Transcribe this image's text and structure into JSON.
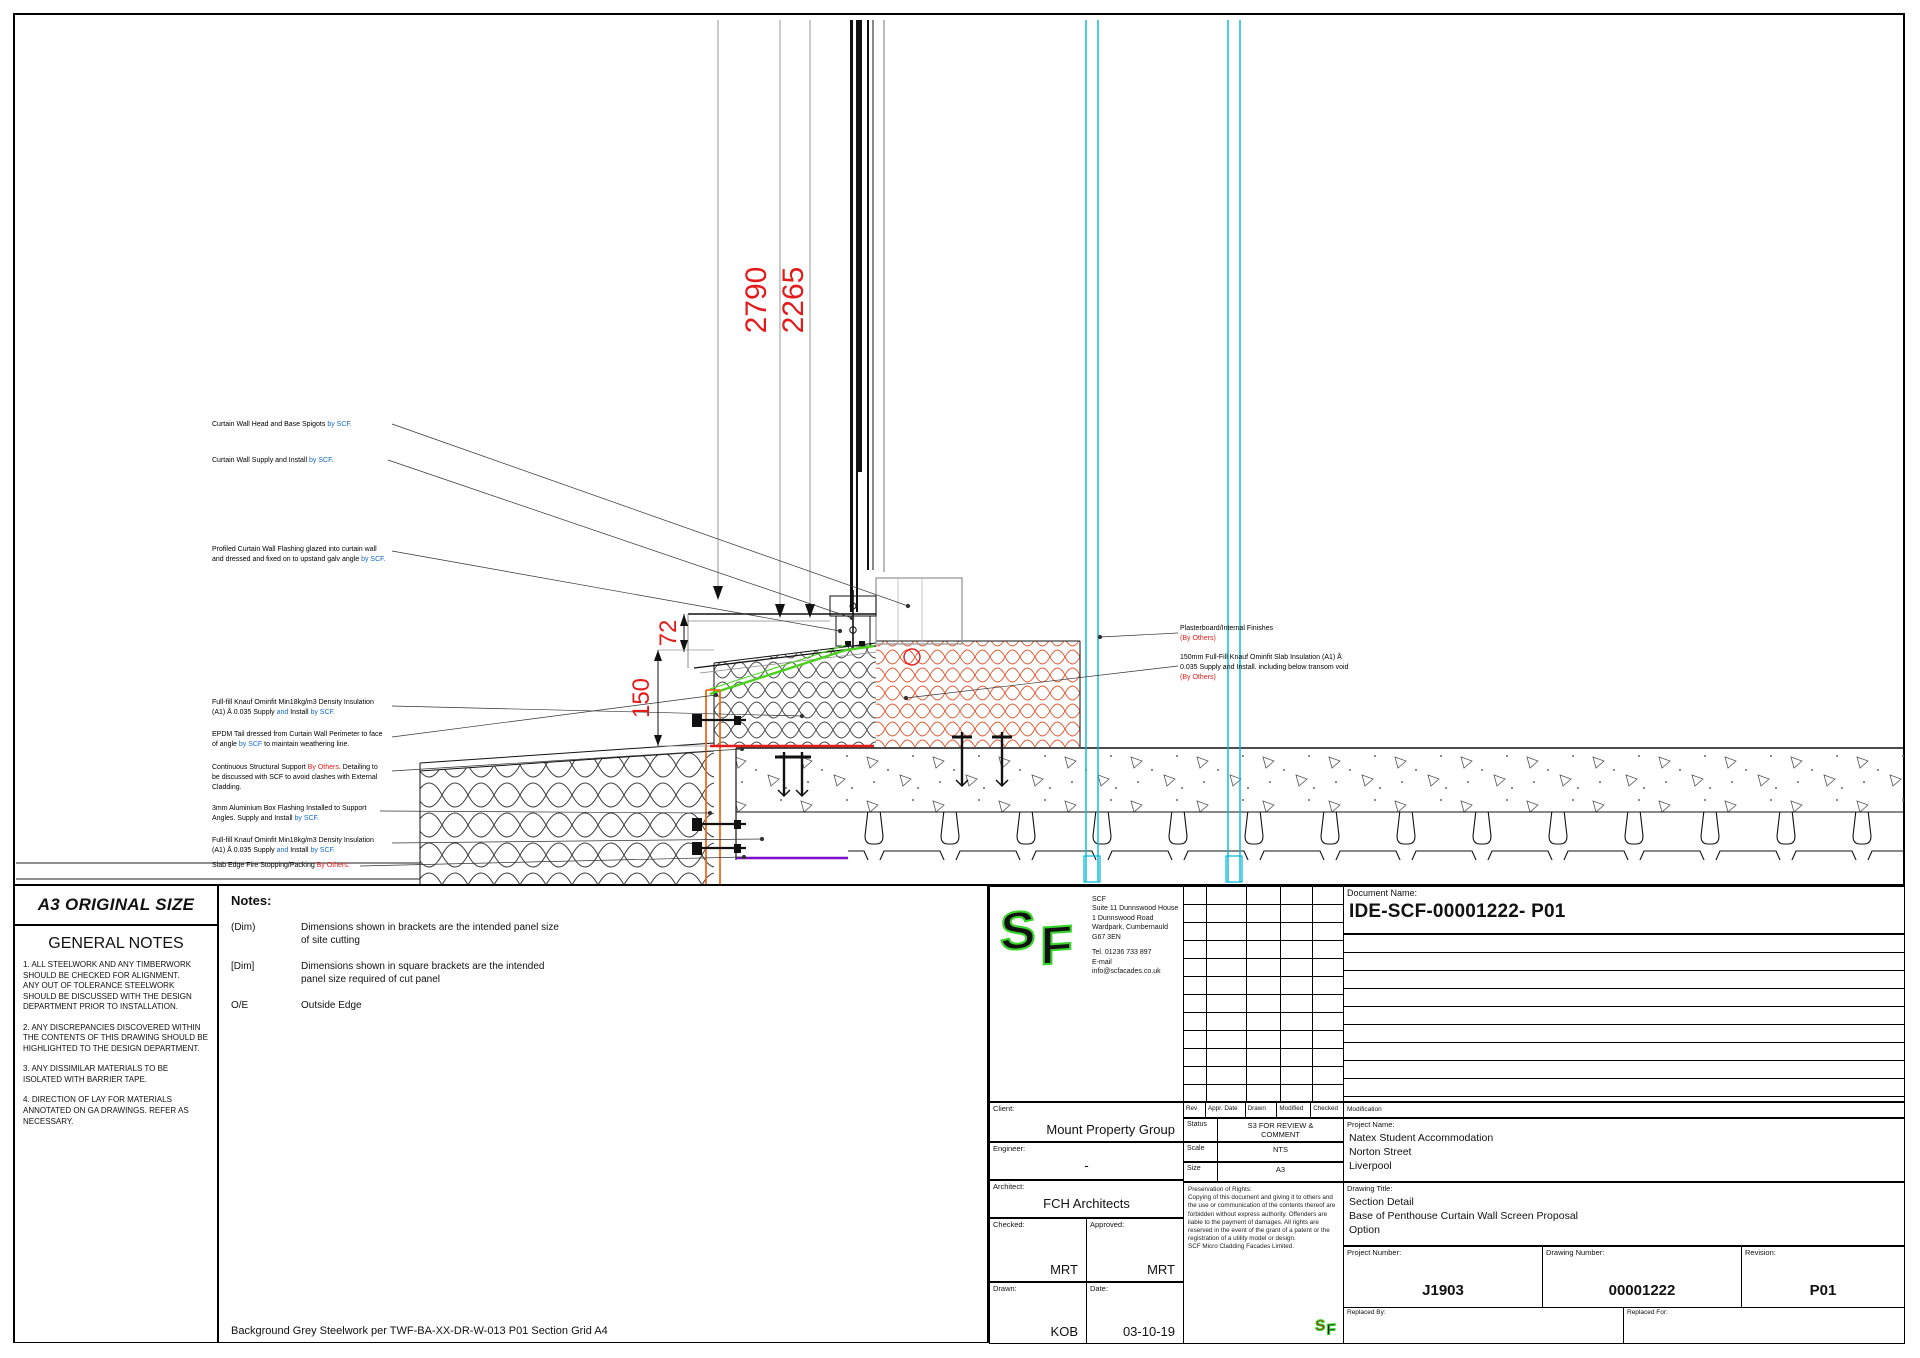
{
  "dims": {
    "h1": "2790",
    "h2": "2265",
    "v72": "72",
    "v150": "150"
  },
  "annotations": {
    "left": [
      {
        "segs": [
          {
            "t": "Curtain Wall Head and Base Spigots "
          },
          {
            "t": "by SCF."
          }
        ]
      },
      {
        "segs": [
          {
            "t": "Curtain Wall Supply and Install "
          },
          {
            "t": "by SCF."
          }
        ]
      },
      {
        "segs": [
          {
            "t": "Profiled Curtain Wall Flashing glazed into curtain wall\nand dressed and fixed on to upstand galv angle "
          },
          {
            "t": "by SCF."
          }
        ]
      },
      {
        "segs": [
          {
            "t": "Full-fill Knauf Ominfit Min18kg/m3 Density Insulation\n(A1) Å 0.035 Supply "
          },
          {
            "t": "and"
          },
          {
            "t": " Install "
          },
          {
            "t": "by SCF."
          }
        ]
      },
      {
        "segs": [
          {
            "t": "EPDM Tail dressed from Curtain Wall Perimeter to face\nof angle "
          },
          {
            "t": "by SCF"
          },
          {
            "t": " to maintain weathering line."
          }
        ]
      },
      {
        "segs": [
          {
            "t": "Continuous Structural Support "
          },
          {
            "t": "By Others"
          },
          {
            "t": ". Detailing to\nbe discussed with SCF to avoid clashes with External\nCladding."
          }
        ]
      },
      {
        "segs": [
          {
            "t": "3mm Aluminium Box Flashing Installed to Support\nAngles. Supply and Install "
          },
          {
            "t": "by SCF."
          }
        ]
      },
      {
        "segs": [
          {
            "t": "Full-fill Knauf Ominfit Min18kg/m3 Density Insulation\n(A1) Å 0.035 Supply "
          },
          {
            "t": "and"
          },
          {
            "t": " Install "
          },
          {
            "t": "by SCF."
          }
        ]
      },
      {
        "segs": [
          {
            "t": "Slab Edge Fire Stopping/Packing "
          },
          {
            "t": "By Others."
          }
        ]
      }
    ],
    "right": [
      {
        "segs": [
          {
            "t": "Plasterboard/Internal Finishes\n"
          },
          {
            "t": "(By Others)"
          }
        ]
      },
      {
        "segs": [
          {
            "t": "150mm Full-Fill Knauf Ominfit Slab Insulation (A1) Å\n0.035 Supply and Install. including below transom void\n"
          },
          {
            "t": "(By Others)"
          }
        ]
      }
    ]
  },
  "left_panel": {
    "size_label": "A3 ORIGINAL SIZE",
    "title": "GENERAL NOTES",
    "notes": [
      "1. ALL STEELWORK AND ANY TIMBERWORK SHOULD BE CHECKED FOR ALIGNMENT.\nANY OUT OF TOLERANCE STEELWORK SHOULD BE DISCUSSED WITH THE DESIGN DEPARTMENT PRIOR TO INSTALLATION.",
      "2. ANY DISCREPANCIES DISCOVERED WITHIN THE CONTENTS OF THIS DRAWING SHOULD BE HIGHLIGHTED TO THE DESIGN DEPARTMENT.",
      "3. ANY DISSIMILAR MATERIALS TO BE ISOLATED WITH BARRIER TAPE.",
      "4. DIRECTION OF LAY FOR MATERIALS ANNOTATED ON GA DRAWINGS. REFER AS NECESSARY."
    ]
  },
  "notes_panel": {
    "title": "Notes:",
    "items": [
      {
        "key": "(Dim)",
        "text": "Dimensions shown in brackets are the intended panel size\nof site cutting"
      },
      {
        "key": "[Dim]",
        "text": "Dimensions shown in square brackets are the intended\npanel size required of cut panel"
      },
      {
        "key": "O/E",
        "text": "Outside Edge"
      }
    ],
    "footer": "Background Grey Steelwork per TWF-BA-XX-DR-W-013 P01 Section Grid A4"
  },
  "title_block": {
    "company": {
      "name": "SCF",
      "line1": "Suite 11 Dunnswood House",
      "line2": "1 Dunnswood Road",
      "line3": "Wardpark, Cumbernauld",
      "line4": "G67 3EN",
      "tel": "Tel.    01236 733 897",
      "email": "E-mail  info@scfacades.co.uk"
    },
    "fields": {
      "client_label": "Client:",
      "client": "Mount Property Group",
      "engineer_label": "Engineer:",
      "engineer": "-",
      "architect_label": "Architect:",
      "architect": "FCH Architects",
      "checked_label": "Checked:",
      "checked": "MRT",
      "approved_label": "Approved:",
      "approved": "MRT",
      "drawn_label": "Drawn:",
      "drawn": "KOB",
      "date_label": "Date:",
      "date": "03-10-19"
    },
    "rev": {
      "headers": [
        "Rev",
        "Appr. Date",
        "Drawn",
        "Modified",
        "Checked"
      ],
      "modification_header": "Modification",
      "status_label": "Status",
      "status": "S3 FOR REVIEW &\nCOMMENT",
      "scale_label": "Scale",
      "scale": "NTS",
      "size_label": "Size",
      "size": "A3"
    },
    "doc": {
      "label": "Document Name:",
      "name": "IDE-SCF-00001222- P01"
    },
    "project": {
      "label": "Project Name:",
      "line1": "Natex Student Accommodation",
      "line2": "Norton Street",
      "line3": "Liverpool"
    },
    "drawing_title": {
      "label": "Drawing Title:",
      "line1": "Section Detail",
      "line2": "Base of Penthouse Curtain Wall Screen Proposal",
      "line3": "Option"
    },
    "numbers": {
      "project_number_label": "Project Number:",
      "project_number": "J1903",
      "drawing_number_label": "Drawing Number:",
      "drawing_number": "00001222",
      "revision_label": "Revision:",
      "revision": "P01"
    },
    "replaced": {
      "by_label": "Replaced By:",
      "for_label": "Replaced For:"
    },
    "legal": "Preservation of Rights:\nCopying of this document and giving it to others and the use or communication of the contents thereof are forbidden without express authority. Offenders are liable to the payment of damages. All rights are reserved in the event of the grant of a patent or the registration of a utility model or design.\nSCF Micro Cladding Facades Limited."
  }
}
